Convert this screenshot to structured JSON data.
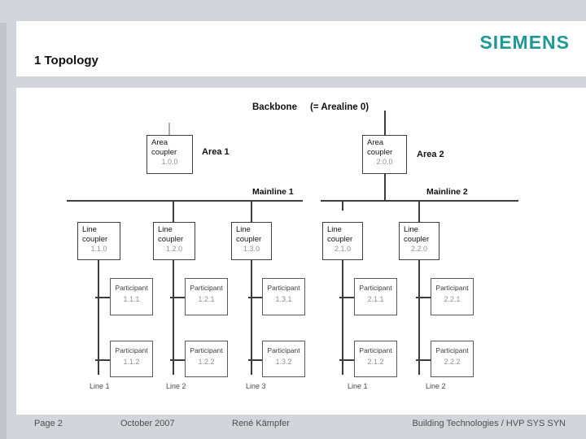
{
  "header": {
    "title": "1 Topology",
    "logo": "SIEMENS"
  },
  "colors": {
    "logo_teal": "#1d9a96",
    "page_bg": "#d2d5da",
    "line_color": "#3c3c3c",
    "address_gray": "#8f8f8f"
  },
  "diagram": {
    "backbone": {
      "label": "Backbone",
      "sublabel": "(= Arealine 0)"
    },
    "participant_label": "Participant",
    "areas": [
      {
        "line1": "Area",
        "line2": "coupler",
        "address": "1.0.0",
        "label": "Area 1"
      },
      {
        "line1": "Area",
        "line2": "coupler",
        "address": "2.0.0",
        "label": "Area 2"
      }
    ],
    "mainlines": [
      {
        "label": "Mainline 1"
      },
      {
        "label": "Mainline 2"
      }
    ],
    "columns": [
      {
        "line1": "Line",
        "line2": "coupler",
        "address": "1.1.0",
        "participants": [
          "1.1.1",
          "1.1.2"
        ],
        "line_label": "Line 1"
      },
      {
        "line1": "Line",
        "line2": "coupler",
        "address": "1.2.0",
        "participants": [
          "1.2.1",
          "1.2.2"
        ],
        "line_label": "Line 2"
      },
      {
        "line1": "Line",
        "line2": "coupler",
        "address": "1.3.0",
        "participants": [
          "1.3.1",
          "1.3.2"
        ],
        "line_label": "Line 3"
      },
      {
        "line1": "Line",
        "line2": "coupler",
        "address": "2.1.0",
        "participants": [
          "2.1.1",
          "2.1.2"
        ],
        "line_label": "Line 1"
      },
      {
        "line1": "Line",
        "line2": "coupler",
        "address": "2.2.0",
        "participants": [
          "2.2.1",
          "2.2.2"
        ],
        "line_label": "Line 2"
      }
    ]
  },
  "footer": {
    "page": "Page 2",
    "date": "October 2007",
    "author": "René Kämpfer",
    "department": "Building Technologies / HVP SYS SYN"
  }
}
